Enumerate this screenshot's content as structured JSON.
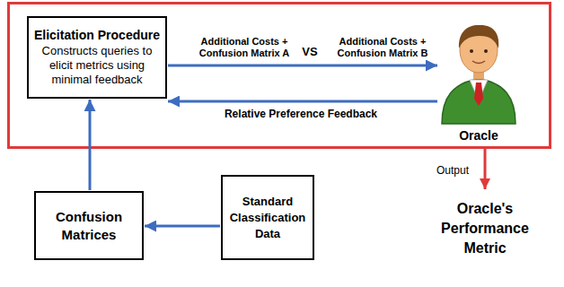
{
  "diagram": {
    "nodes": [
      {
        "text": [
          "Elicitation Procedure",
          "Constructs queries to elicit metrics using minimal feedback"
        ]
      },
      {
        "text": [
          "Oracle"
        ]
      },
      {
        "text": [
          "Confusion Matrices"
        ]
      },
      {
        "text": [
          "Standard Classification Data"
        ]
      }
    ],
    "edges": [
      {
        "from": 0,
        "to": 1,
        "arrow": "to"
      },
      {
        "from": 1,
        "to": 0,
        "label": "Relative Preference Feedback",
        "arrow": "to"
      },
      {
        "from": 2,
        "to": 0,
        "arrow": "to"
      },
      {
        "from": 3,
        "to": 2,
        "arrow": "to"
      }
    ],
    "labels": [
      "Additional Costs + Confusion Matrix A",
      "VS",
      "Additional Costs + Confusion Matrix B",
      "Output",
      "Oracle's Performance Metric"
    ]
  }
}
